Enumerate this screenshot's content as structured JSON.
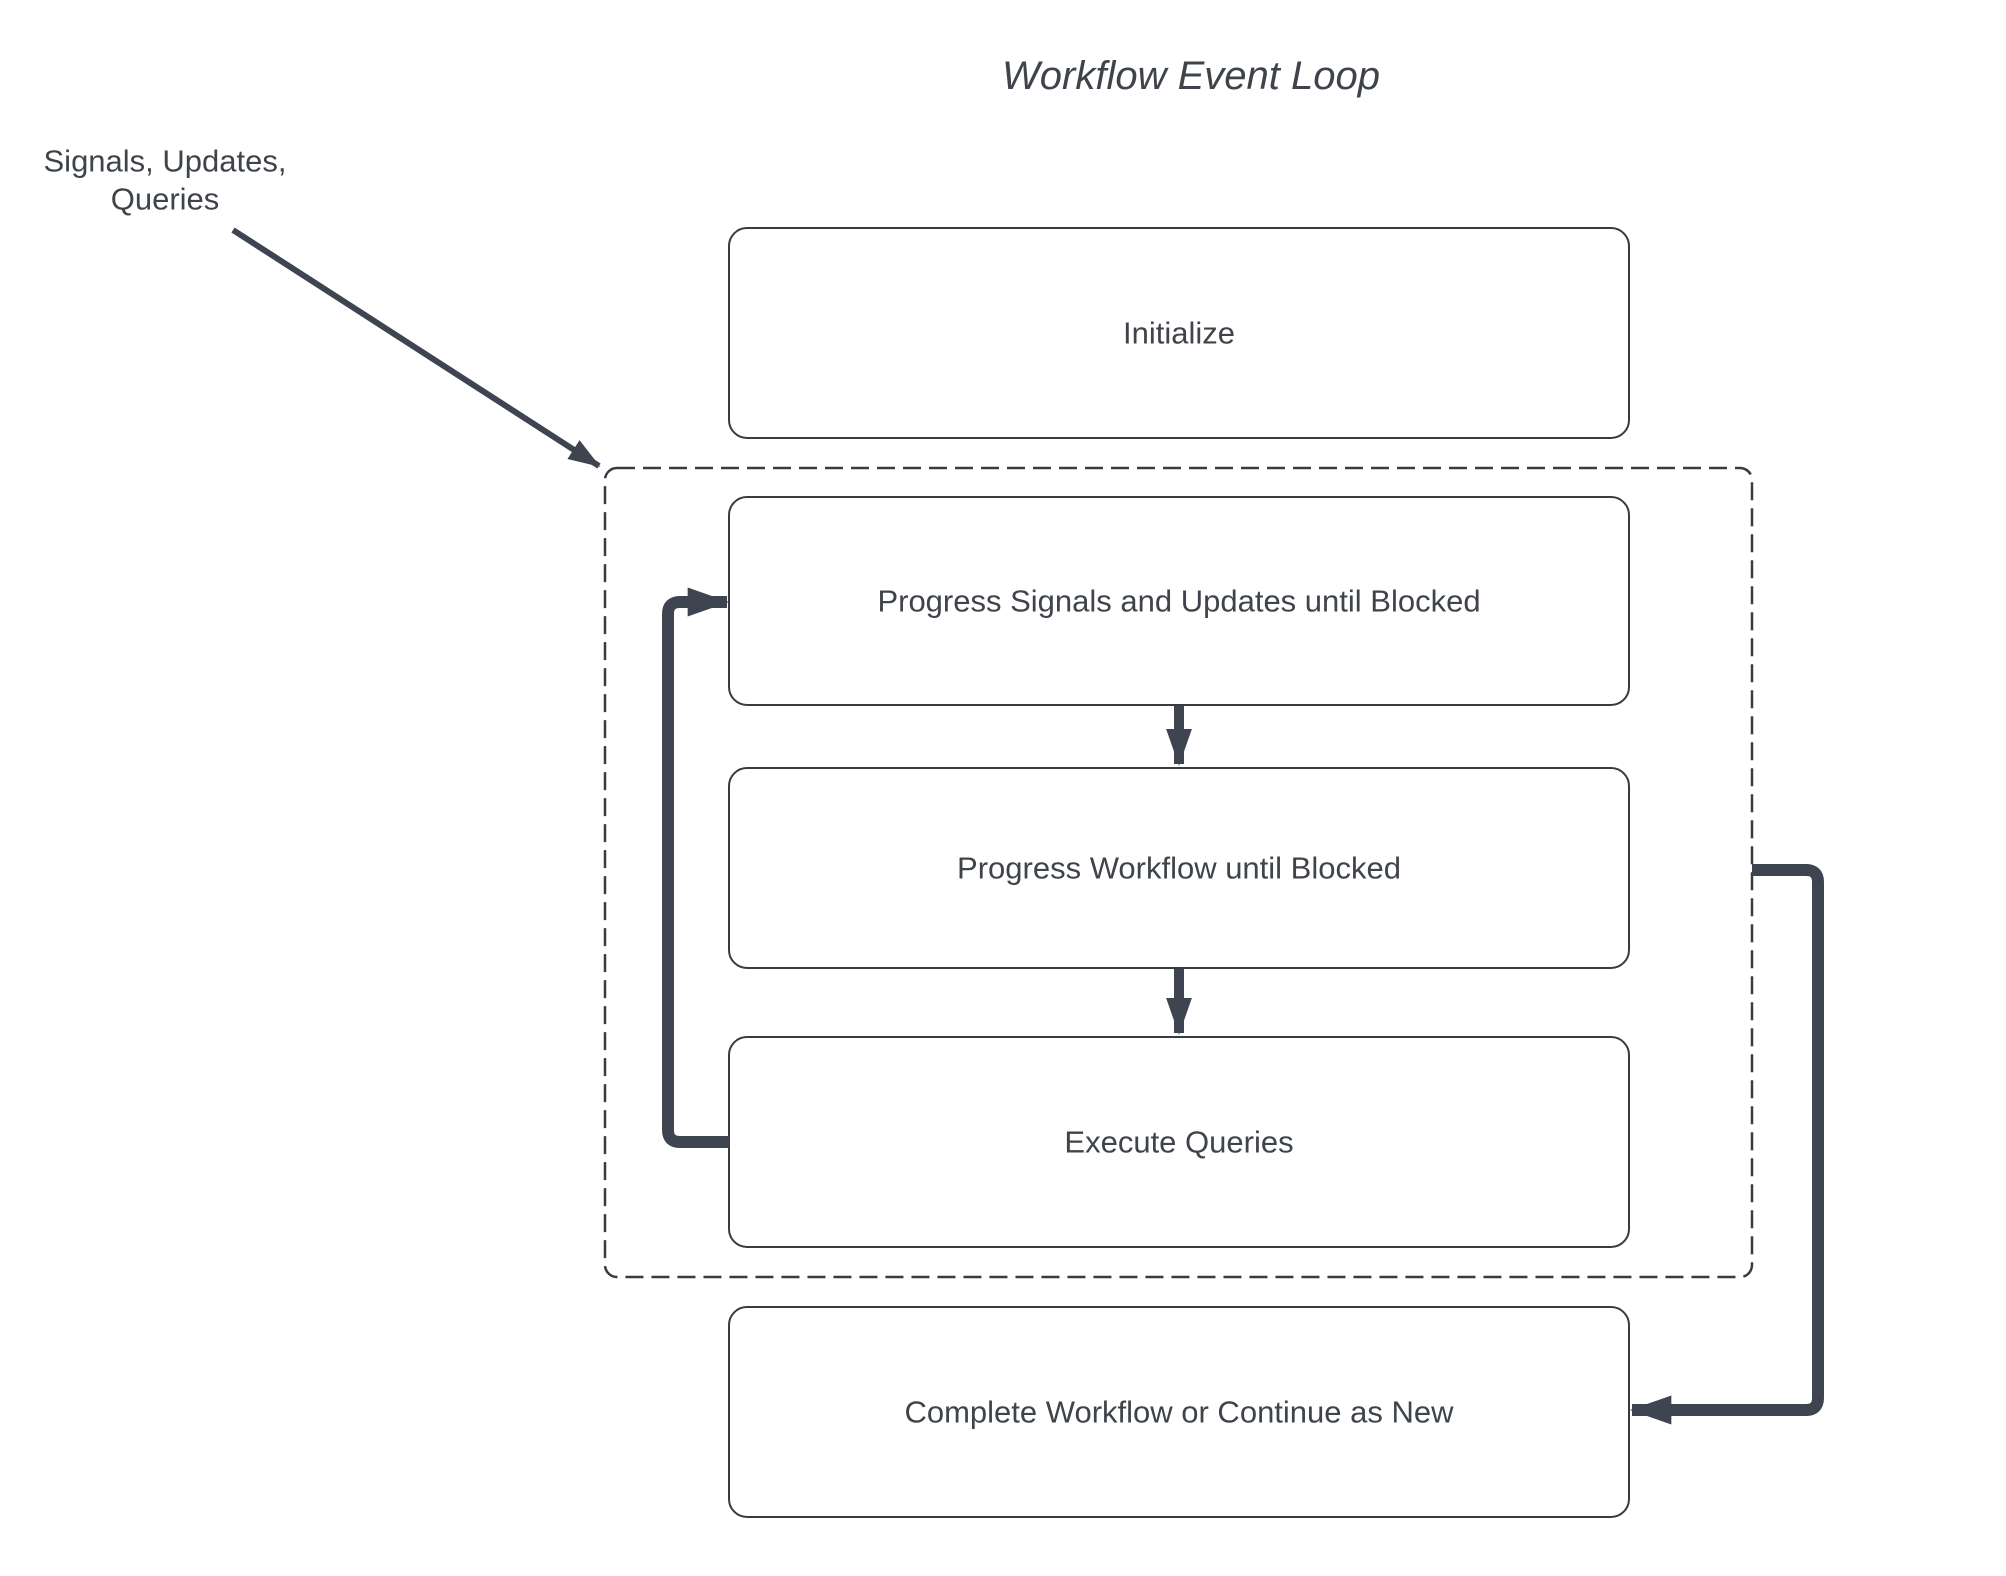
{
  "title": "Workflow Event Loop",
  "annotation": {
    "line1": "Signals, Updates,",
    "line2": "Queries"
  },
  "nodes": {
    "initialize": {
      "label": "Initialize"
    },
    "progress_signals": {
      "label": "Progress Signals and Updates until Blocked"
    },
    "progress_workflow": {
      "label": "Progress Workflow until Blocked"
    },
    "execute_queries": {
      "label": "Execute Queries"
    },
    "complete_workflow": {
      "label": "Complete Workflow or Continue as New"
    }
  },
  "colors": {
    "background": "#ffffff",
    "box_fill": "#ffffff",
    "box_border": "#383b40",
    "text": "#3f434a",
    "arrow": "#3e4450"
  }
}
